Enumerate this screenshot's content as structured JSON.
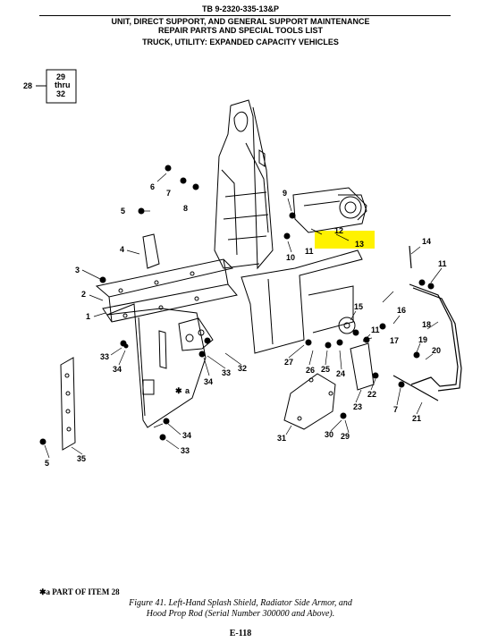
{
  "header": {
    "tb_number": "TB 9-2320-335-13&P",
    "line1": "UNIT, DIRECT SUPPORT, AND GENERAL SUPPORT MAINTENANCE",
    "line2": "REPAIR PARTS AND SPECIAL TOOLS LIST",
    "line3": "TRUCK, UTILITY: EXPANDED CAPACITY VEHICLES"
  },
  "bracket": {
    "left_label": "28",
    "right_top": "29",
    "right_mid": "thru",
    "right_bottom": "32"
  },
  "callouts": [
    "6",
    "7",
    "8",
    "9",
    "5",
    "12",
    "13",
    "14",
    "11",
    "4",
    "10",
    "3",
    "2",
    "15",
    "16",
    "1",
    "17",
    "18",
    "33",
    "19",
    "20",
    "34",
    "27",
    "26",
    "25",
    "24",
    "32",
    "33",
    "34",
    "22",
    "23",
    "7",
    "a",
    "21",
    "35",
    "34",
    "33",
    "30",
    "29",
    "31",
    "5",
    "11",
    "11"
  ],
  "highlight_color": "#fff200",
  "highlighted_callout": "13",
  "footnote": {
    "mark": "✱a",
    "text": "PART OF ITEM 28"
  },
  "caption": {
    "line1": "Figure 41. Left-Hand Splash Shield, Radiator Side Armor, and",
    "line2": "Hood Prop Rod (Serial Number 300000 and Above)."
  },
  "page_number": "E-118"
}
